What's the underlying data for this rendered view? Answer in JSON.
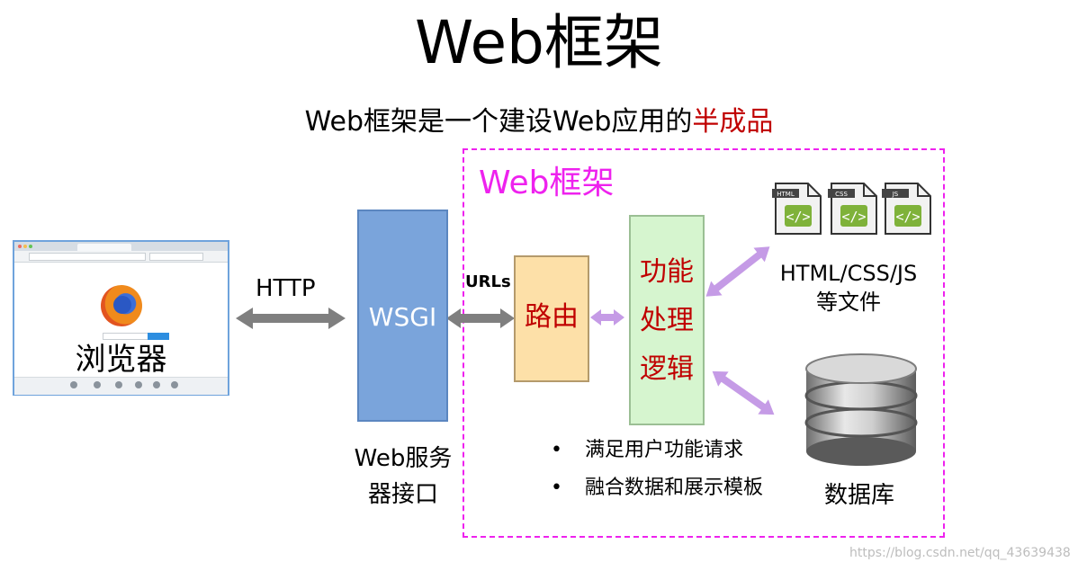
{
  "title": "Web框架",
  "subtitle": {
    "prefix": "Web框架是一个建设Web应用的",
    "highlight": "半成品"
  },
  "framework_label": "Web框架",
  "browser": {
    "label": "浏览器"
  },
  "http_label": "HTTP",
  "wsgi": {
    "label": "WSGI",
    "caption_line1": "Web服务",
    "caption_line2": "器接口"
  },
  "urls_label": "URLs",
  "router_label": "路由",
  "logic": {
    "line1": "功能",
    "line2": "处理",
    "line3": "逻辑"
  },
  "bullets": [
    "满足用户功能请求",
    "融合数据和展示模板"
  ],
  "bullet_marker": "•",
  "files": {
    "badges": [
      "HTML",
      "CSS",
      "JS"
    ],
    "line1": "HTML/CSS/JS",
    "line2": "等文件"
  },
  "database_label": "数据库",
  "watermark": "https://blog.csdn.net/qq_43639438",
  "colors": {
    "framework_border": "#ee22ee",
    "highlight_text": "#c00000",
    "wsgi_fill": "#7aa4db",
    "router_fill": "#fde0a8",
    "logic_fill": "#d6f5cf",
    "gray_arrow": "#7f7f7f",
    "purple_arrow": "#c59be6"
  }
}
